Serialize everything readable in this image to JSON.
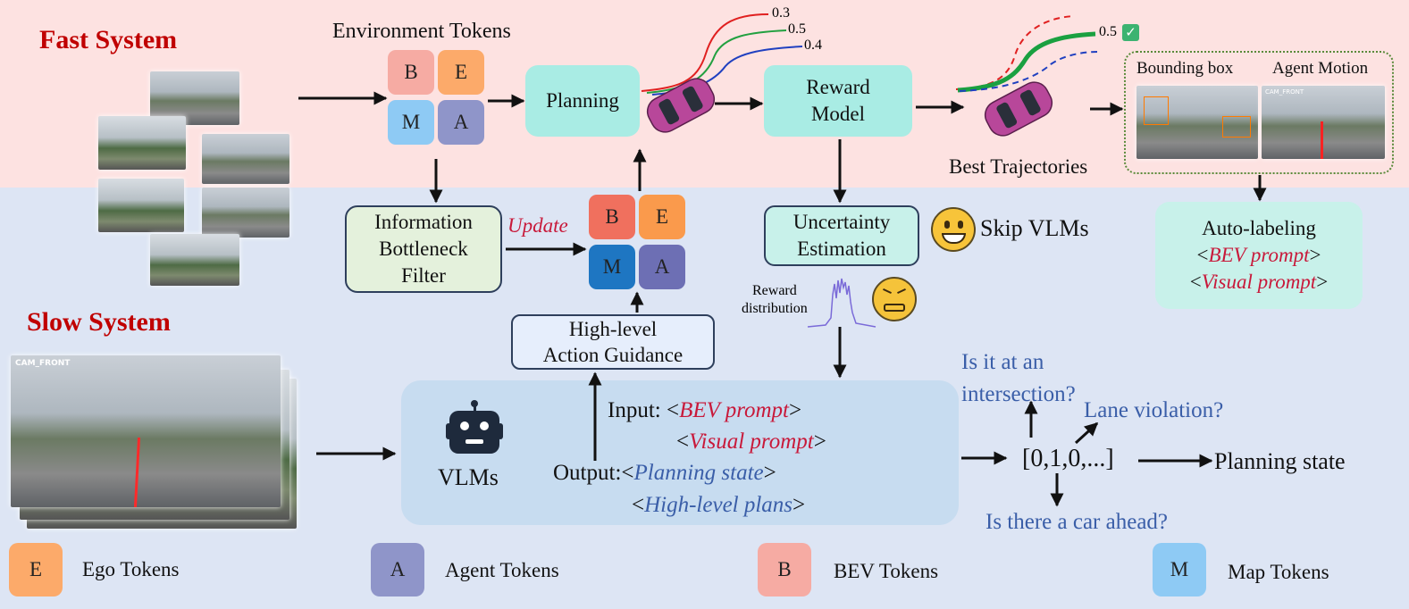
{
  "fast_system": "Fast System",
  "slow_system": "Slow System",
  "environment_tokens": "Environment Tokens",
  "tokens": {
    "B": "B",
    "E": "E",
    "M": "M",
    "A": "A"
  },
  "planning": "Planning",
  "reward_model": [
    "Reward",
    "Model"
  ],
  "traj_scores": [
    "0.3",
    "0.5",
    "0.4"
  ],
  "best_score": "0.5",
  "best_trajectories": "Best Trajectories",
  "bounding_box": "Bounding box",
  "agent_motion": "Agent Motion",
  "cam_front_small": "CAM_FRONT",
  "info_filter": [
    "Information",
    "Bottleneck",
    "Filter"
  ],
  "update": "Update",
  "uncertainty": [
    "Uncertainty",
    "Estimation"
  ],
  "skip_vlms": "Skip VLMs",
  "reward_distribution": [
    "Reward",
    "distribution"
  ],
  "auto_labeling": {
    "title": "Auto-labeling",
    "bev_prompt": "BEV prompt",
    "visual_prompt": "Visual prompt"
  },
  "high_level": [
    "High-level",
    "Action Guidance"
  ],
  "cam_front": "CAM_FRONT",
  "vlms": "VLMs",
  "io": {
    "input_label": "Input:",
    "bev_prompt": "BEV prompt",
    "visual_prompt": "Visual prompt",
    "output_label": "Output:",
    "planning_state": "Planning state",
    "high_level_plans": "High-level plans"
  },
  "questions": {
    "intersection": [
      "Is it at an",
      "intersection?"
    ],
    "lane": "Lane violation?",
    "car_ahead": "Is there a car ahead?"
  },
  "vector": "[0,1,0,...]",
  "planning_state": "Planning state",
  "legend": [
    {
      "key": "E",
      "label": "Ego Tokens",
      "color": "#fcaa6a"
    },
    {
      "key": "A",
      "label": "Agent Tokens",
      "color": "#8f95c9"
    },
    {
      "key": "B",
      "label": "BEV Tokens",
      "color": "#f6aba3"
    },
    {
      "key": "M",
      "label": "Map Tokens",
      "color": "#8ecaf4"
    }
  ],
  "colors": {
    "title_red": "#c00000",
    "box_teal": "#a9ece4",
    "filter_green": "#e4f1dc",
    "vlm_panel": "#c7dcf0"
  }
}
